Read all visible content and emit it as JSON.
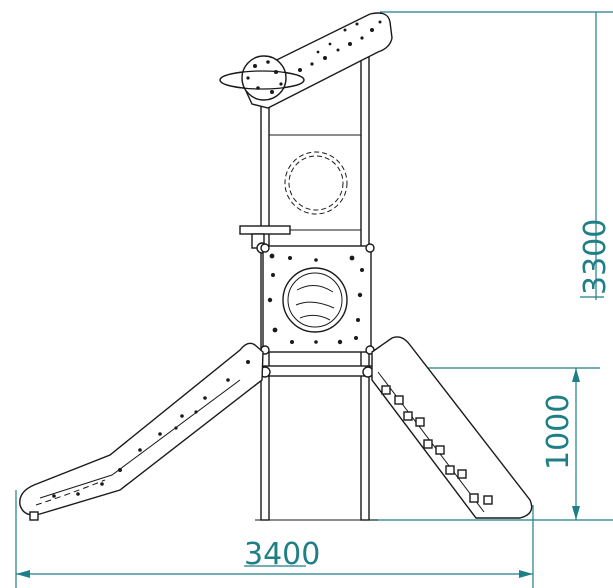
{
  "dimensions": {
    "total_height": "3300",
    "platform_height": "1000",
    "total_width": "3400"
  },
  "colors": {
    "dimension": "#1f7f86",
    "outline": "#1a1a1a"
  }
}
